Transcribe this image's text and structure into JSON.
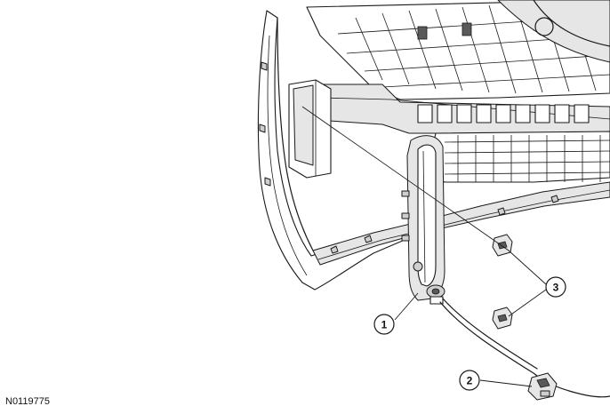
{
  "figure": {
    "reference_code": "N0119775",
    "callouts": [
      {
        "id": "callout-1",
        "label": "1"
      },
      {
        "id": "callout-2",
        "label": "2"
      },
      {
        "id": "callout-3",
        "label": "3"
      }
    ]
  }
}
